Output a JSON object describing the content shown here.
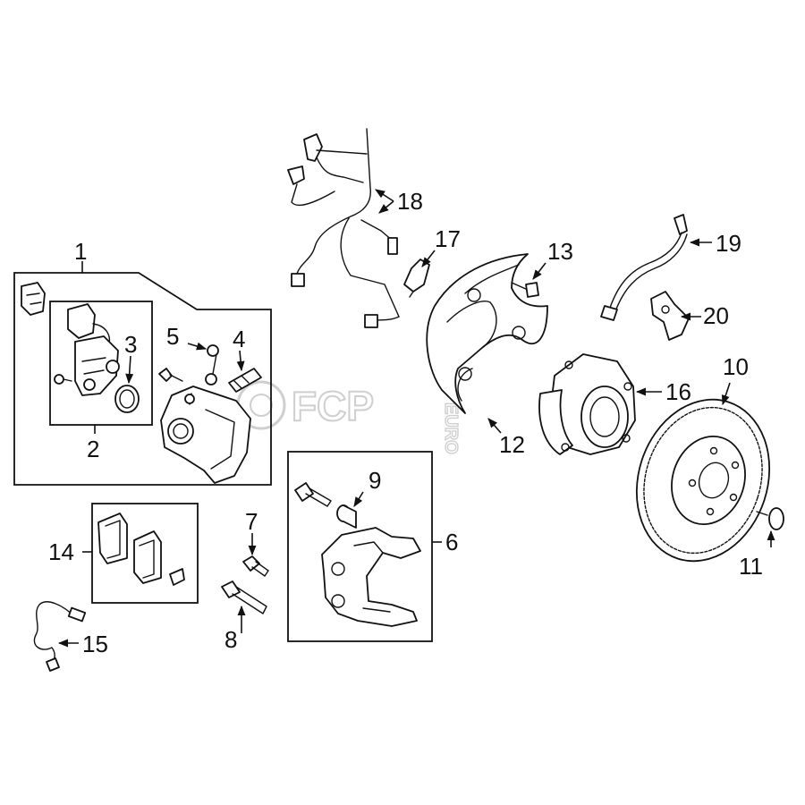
{
  "watermark": {
    "brand": "FCP",
    "suffix": "EURO"
  },
  "callouts": {
    "c1": "1",
    "c2": "2",
    "c3": "3",
    "c4": "4",
    "c5": "5",
    "c6": "6",
    "c7": "7",
    "c8": "8",
    "c9": "9",
    "c10": "10",
    "c11": "11",
    "c12": "12",
    "c13": "13",
    "c14": "14",
    "c15": "15",
    "c16": "16",
    "c17": "17",
    "c18": "18",
    "c19": "19",
    "c20": "20"
  },
  "colors": {
    "line": "#111111",
    "background": "#ffffff",
    "watermark": "#cfcfcf"
  }
}
